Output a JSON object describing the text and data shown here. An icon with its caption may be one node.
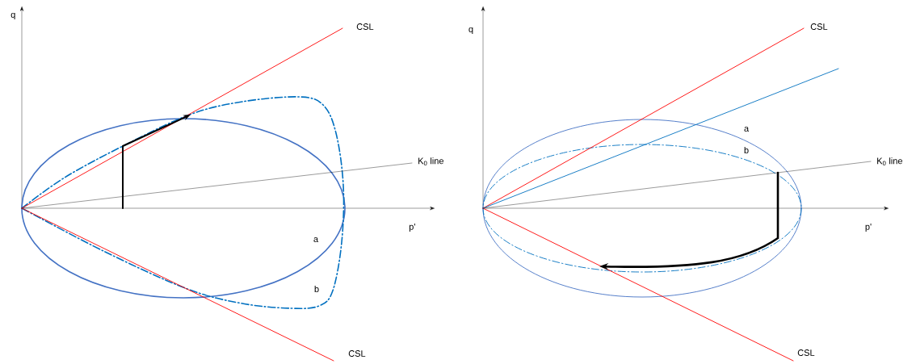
{
  "diagram": {
    "labels": [
      "q",
      "CSL",
      "K$_{0}$ line",
      "p'",
      "a",
      "b",
      "CSL",
      "q",
      "CSL",
      "a",
      "b",
      "K$_{0}$ line",
      "p'",
      "CSL"
    ]
  }
}
